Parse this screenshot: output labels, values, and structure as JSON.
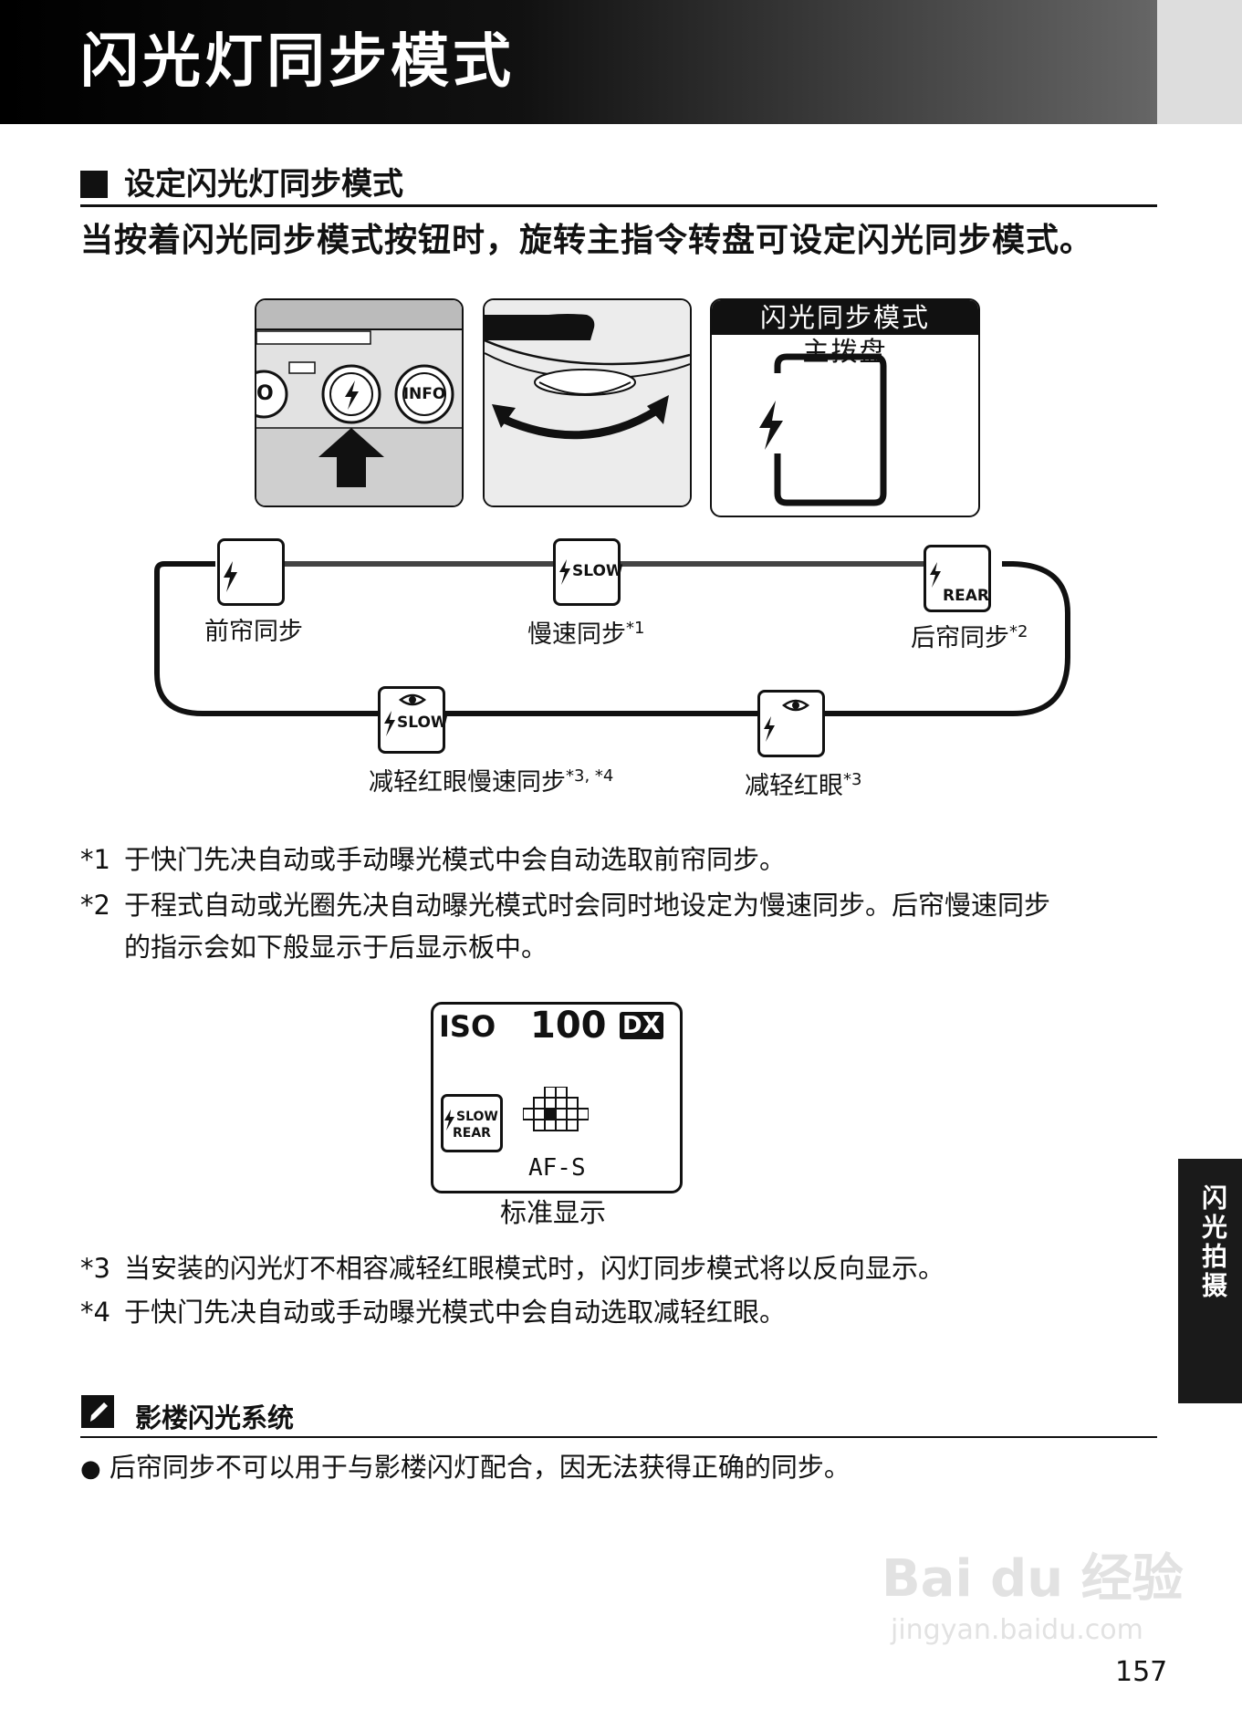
{
  "header": {
    "title": "闪光灯同步模式"
  },
  "section": {
    "title": "设定闪光灯同步模式"
  },
  "lead": "当按着闪光同步模式按钮时，旋转主指令转盘可设定闪光同步模式。",
  "panel1": {
    "btn_o": "O",
    "btn_info": "INFO"
  },
  "panel3": {
    "line1": "闪光同步模式",
    "line2": "主拨盘"
  },
  "modes": [
    {
      "label": "前帘同步",
      "icon_text": "",
      "sup": ""
    },
    {
      "label": "慢速同步",
      "icon_text": "SLOW",
      "sup": "*1"
    },
    {
      "label": "后帘同步",
      "icon_text": "REAR",
      "sup": "*2"
    },
    {
      "label": "减轻红眼慢速同步",
      "icon_text": "SLOW",
      "sup": "*3, *4"
    },
    {
      "label": "减轻红眼",
      "icon_text": "",
      "sup": "*3"
    }
  ],
  "footnotes_top": [
    {
      "key": "*1",
      "text": "于快门先决自动或手动曝光模式中会自动选取前帘同步。"
    },
    {
      "key": "*2",
      "text": "于程式自动或光圈先决自动曝光模式时会同时地设定为慢速同步。后帘慢速同步",
      "cont": "的指示会如下般显示于后显示板中。"
    }
  ],
  "lcd": {
    "iso_label": "ISO",
    "iso_value": "100",
    "dx": "DX",
    "slow": "SLOW",
    "rear": "REAR",
    "af": "AF-S",
    "caption": "标准显示"
  },
  "footnotes_bottom": [
    {
      "key": "*3",
      "text": "当安装的闪光灯不相容减轻红眼模式时，闪灯同步模式将以反向显示。"
    },
    {
      "key": "*4",
      "text": "于快门先决自动或手动曝光模式中会自动选取减轻红眼。"
    }
  ],
  "side_tab": "闪光拍摄",
  "note": {
    "title": "影楼闪光系统",
    "bullet": "后帘同步不可以用于与影楼闪灯配合，因无法获得正确的同步。"
  },
  "page_number": "157",
  "watermark": {
    "baidu": "Bai du 经验",
    "baidu_url": "jingyan.baidu.com"
  }
}
